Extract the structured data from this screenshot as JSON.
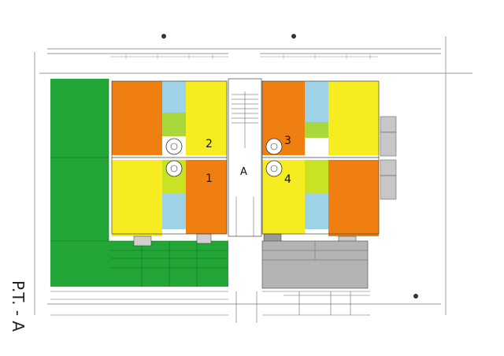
{
  "labels": {
    "unit_1": "1",
    "unit_2": "2",
    "unit_3": "3",
    "unit_4": "4",
    "block": "A",
    "title_left": "P.T. - A"
  },
  "colors": {
    "garden": "#22a637",
    "garden_dark": "#1f8f30",
    "living_yellow": "#f7ec1f",
    "living_green_yellow": "#c8e224",
    "room_orange": "#f07f12",
    "bath_blue": "#9ed2e6",
    "hall_green": "#a8d83b",
    "paving_gray": "#b4b4b4",
    "wall": "#444444"
  }
}
